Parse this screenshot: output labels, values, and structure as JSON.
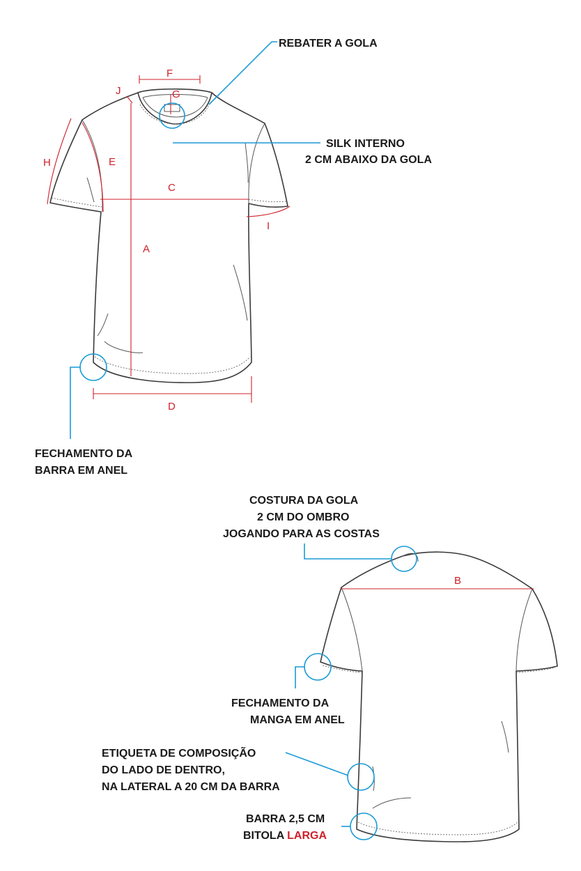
{
  "front": {
    "callouts": {
      "rebater_gola": "REBATER A GOLA",
      "silk_line1": "SILK INTERNO",
      "silk_line2": "2 CM ABAIXO DA GOLA",
      "barra_line1": "FECHAMENTO DA",
      "barra_line2": "BARRA EM ANEL"
    },
    "measure_labels": {
      "a": "A",
      "c": "C",
      "d": "D",
      "e": "E",
      "f": "F",
      "g": "G",
      "h": "H",
      "i": "I",
      "j": "J"
    }
  },
  "back": {
    "callouts": {
      "costura_line1": "COSTURA DA GOLA",
      "costura_line2": "2 CM DO OMBRO",
      "costura_line3": "JOGANDO PARA AS COSTAS",
      "manga_line1": "FECHAMENTO DA",
      "manga_line2": "MANGA EM ANEL",
      "etiqueta_line1": "ETIQUETA DE COMPOSIÇÃO",
      "etiqueta_line2": "DO LADO DE DENTRO,",
      "etiqueta_line3": "NA LATERAL A 20 CM DA BARRA",
      "barra_line1": "BARRA 2,5 CM",
      "barra_line2_prefix": "BITOLA ",
      "barra_line2_highlight": "LARGA"
    },
    "measure_labels": {
      "b": "B"
    }
  },
  "colors": {
    "callout_line": "#1a9ad6",
    "measure": "#d0202a",
    "outline": "#3a3a3a",
    "text": "#1a1a1a"
  }
}
